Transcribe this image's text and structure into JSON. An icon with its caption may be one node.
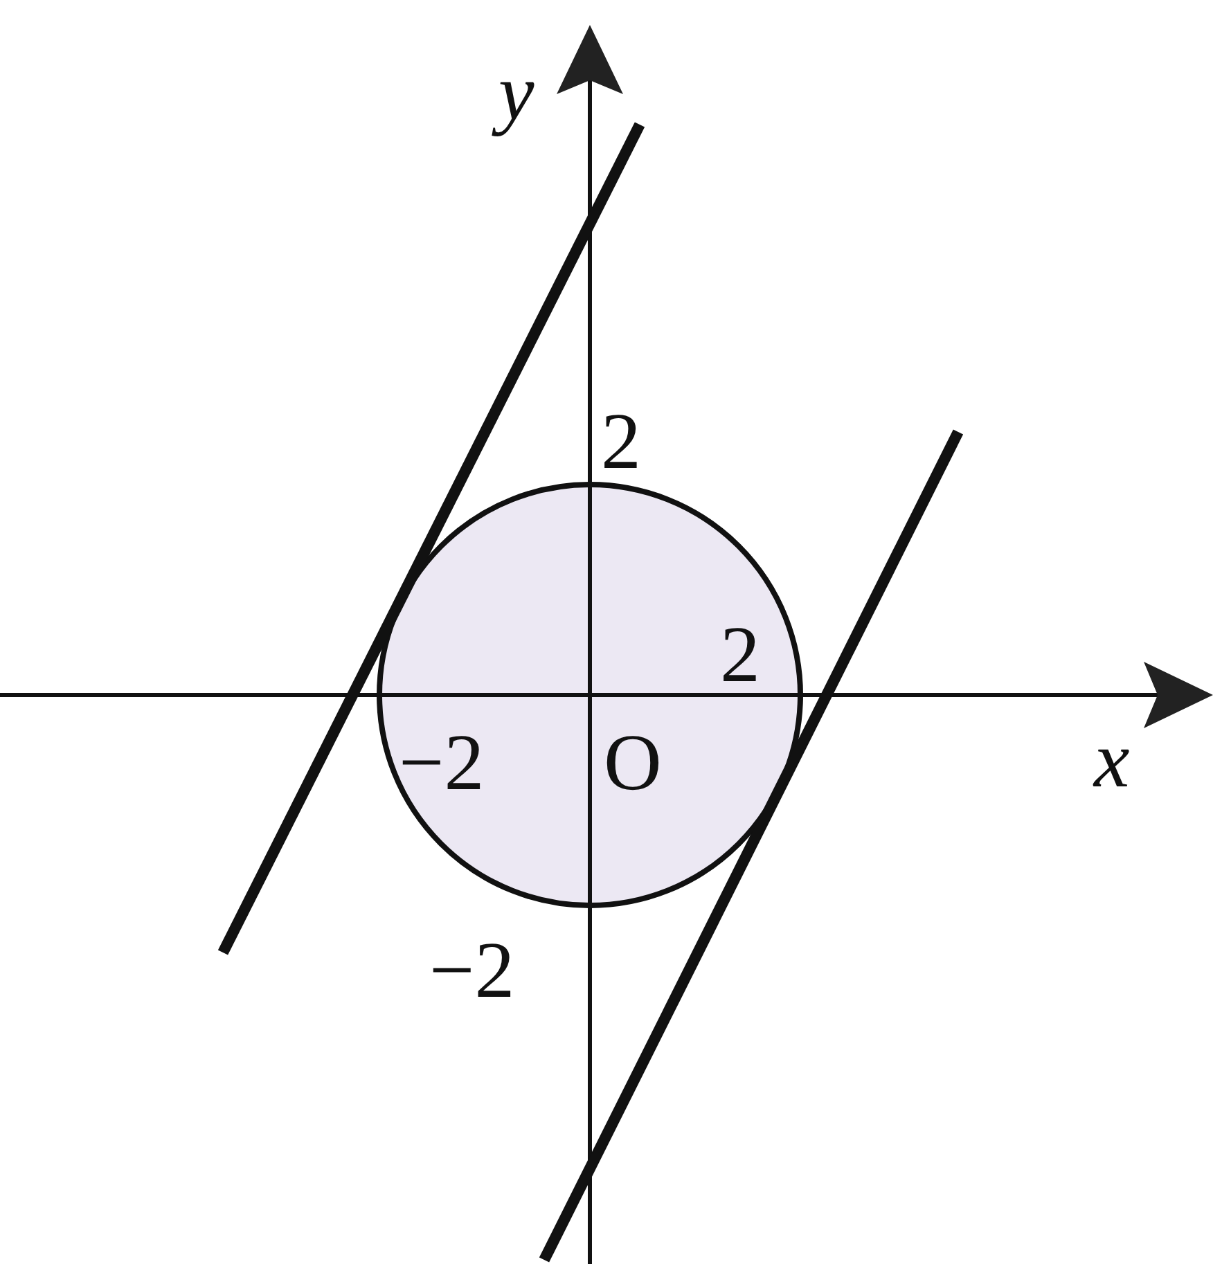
{
  "diagram": {
    "labels": [
      "y",
      "2",
      "2",
      "x",
      "−2",
      "O",
      "−2"
    ]
  }
}
